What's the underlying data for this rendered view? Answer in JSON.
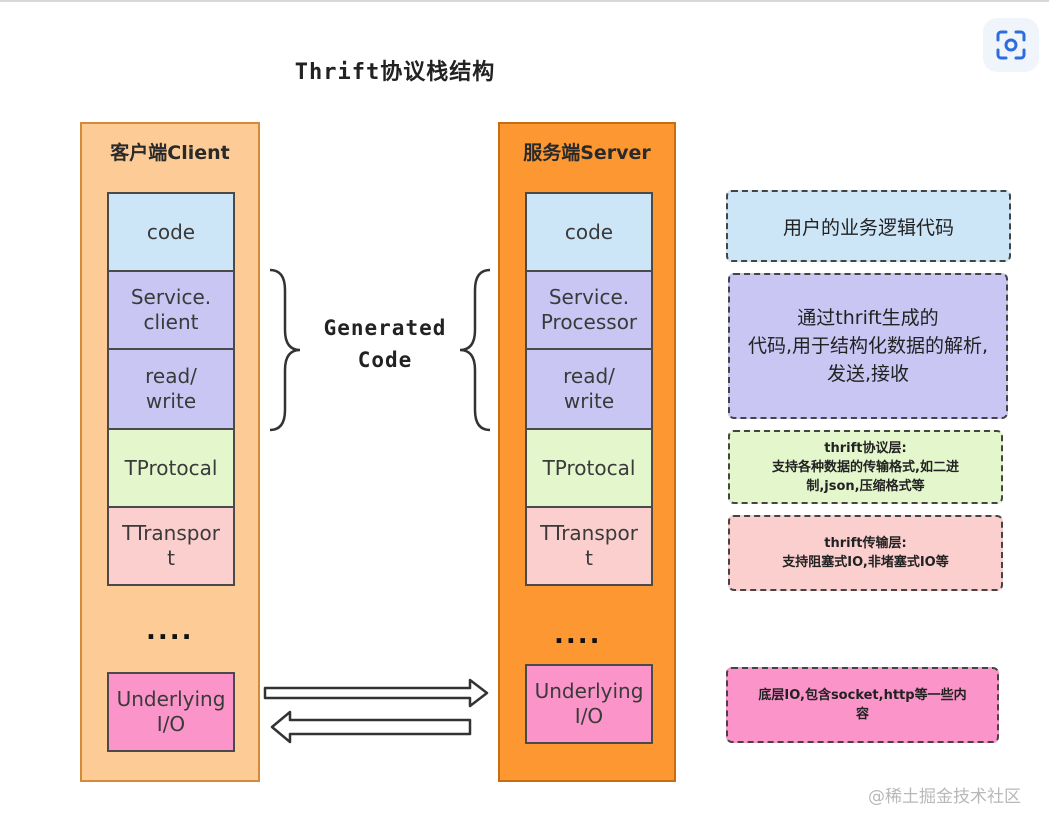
{
  "title": "Thrift协议栈结构",
  "client": {
    "title": "客户端Client",
    "layers": [
      "code",
      "Service.\nclient",
      "read/\nwrite",
      "TProtocal",
      "TTranspor\nt"
    ],
    "ellipsis": "....",
    "io": "Underlying\nI/O"
  },
  "server": {
    "title": "服务端Server",
    "layers": [
      "code",
      "Service.\nProcessor",
      "read/\nwrite",
      "TProtocal",
      "TTranspor\nt"
    ],
    "ellipsis": "....",
    "io": "Underlying\nI/O"
  },
  "generated_label": "Generated\nCode",
  "notes": [
    "用户的业务逻辑代码",
    "通过thrift生成的\n代码,用于结构化数据的解析,\n发送,接收",
    "thrift协议层:\n支持各种数据的传输格式,如二进\n制,json,压缩格式等",
    "thrift传输层:\n支持阻塞式IO,非堵塞式IO等",
    "底层IO,包含socket,http等一些内\n容"
  ],
  "watermark": "@稀土掘金技术社区",
  "icons": {
    "scan": "scan-icon"
  }
}
